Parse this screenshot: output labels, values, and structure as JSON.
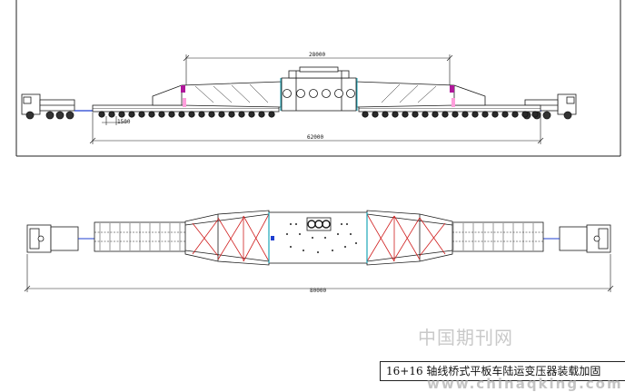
{
  "drawing": {
    "dimensions": {
      "top_span": "28000",
      "axle_spacing": "1500",
      "total_length": "62000",
      "plan_length": "80000"
    }
  },
  "watermark": {
    "text": "中国期刊网"
  },
  "caption": {
    "text": "16+16 轴线桥式平板车陆运变压器装载加固"
  },
  "url_watermark": {
    "text": "www.chinaqking.com"
  },
  "colors": {
    "line": "#1a1a1a",
    "bracing": "#d01e1e",
    "marker": "#1f3fd0",
    "accent": "#b0179b",
    "cyan": "#1aa7b8"
  }
}
